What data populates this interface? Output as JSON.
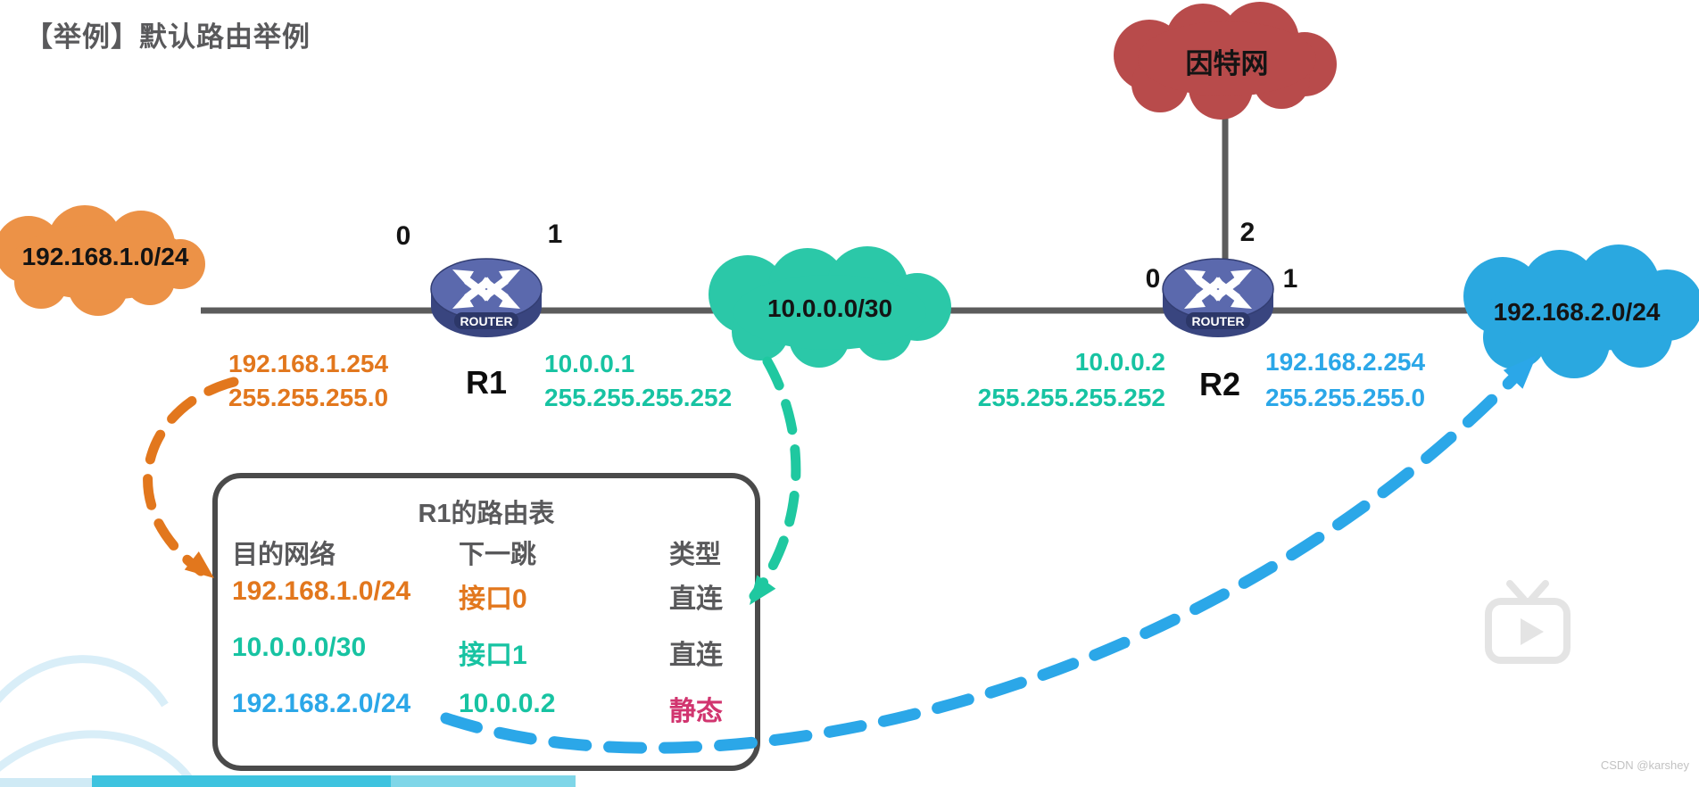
{
  "page": {
    "title": "【举例】默认路由举例",
    "watermark": "CSDN @karshey"
  },
  "clouds": {
    "lan1": {
      "label": "192.168.1.0/24",
      "color": "#EC9247"
    },
    "wan": {
      "label": "10.0.0.0/30",
      "color": "#2BC8A8"
    },
    "internet": {
      "label": "因特网",
      "color": "#B84B4B"
    },
    "lan2": {
      "label": "192.168.2.0/24",
      "color": "#2AA8E0"
    }
  },
  "routers": {
    "r1": {
      "name": "R1",
      "icon_label": "ROUTER",
      "ports": {
        "p0": "0",
        "p1": "1"
      },
      "if0": {
        "ip": "192.168.1.254",
        "mask": "255.255.255.0"
      },
      "if1": {
        "ip": "10.0.0.1",
        "mask": "255.255.255.252"
      }
    },
    "r2": {
      "name": "R2",
      "icon_label": "ROUTER",
      "ports": {
        "p0": "0",
        "p1": "1",
        "p2": "2"
      },
      "if0": {
        "ip": "10.0.0.2",
        "mask": "255.255.255.252"
      },
      "if1": {
        "ip": "192.168.2.254",
        "mask": "255.255.255.0"
      }
    }
  },
  "routing_table": {
    "title": "R1的路由表",
    "headers": [
      "目的网络",
      "下一跳",
      "类型"
    ],
    "rows": [
      {
        "dest": "192.168.1.0/24",
        "next_hop": "接口0",
        "type": "直连"
      },
      {
        "dest": "10.0.0.0/30",
        "next_hop": "接口1",
        "type": "直连"
      },
      {
        "dest": "192.168.2.0/24",
        "next_hop": "10.0.0.2",
        "type": "静态"
      }
    ]
  },
  "colors": {
    "orange": "#E2771D",
    "teal": "#17C3A2",
    "blue": "#2BA7E8",
    "red_cloud": "#B84B4B",
    "line_gray": "#5C5C5C",
    "text_gray": "#59595B",
    "static_pink": "#D1356F",
    "router_body": "#5B69AD"
  }
}
